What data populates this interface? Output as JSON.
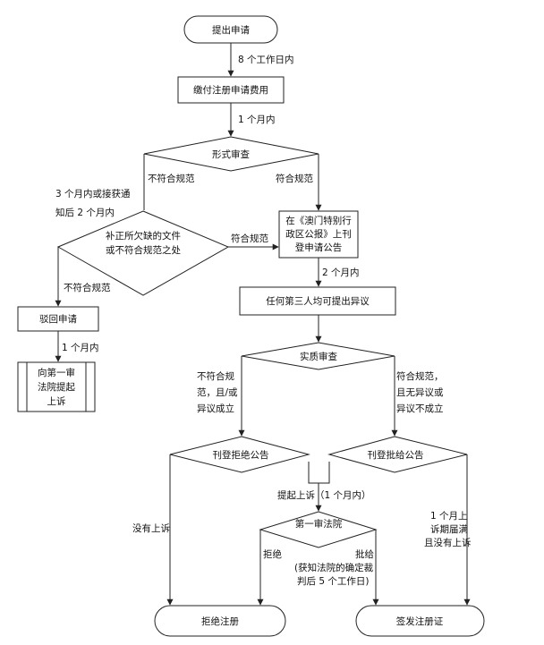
{
  "nodes": {
    "start": "提出申请",
    "pay_fee": "缴付注册申请费用",
    "formal_review": "形式审查",
    "supplement": [
      "补正所欠缺的文件",
      "或不符合规范之处"
    ],
    "publish_app": [
      "在《澳门特别行",
      "政区公报》上刊",
      "登申请公告"
    ],
    "objection": "任何第三人均可提出异议",
    "reject_app": "驳回申请",
    "appeal_court": [
      "向第一审",
      "法院提起",
      "上诉"
    ],
    "substantive_review": "实质审查",
    "reject_notice": "刊登拒绝公告",
    "grant_notice": "刊登批给公告",
    "first_court": "第一审法院",
    "refuse_reg": "拒绝注册",
    "issue_cert": "签发注册证"
  },
  "edges": {
    "e1": "8 个工作日内",
    "e2": "1 个月内",
    "e3": "不符合规范",
    "e4": "符合规范",
    "e5": [
      "3 个月内或接获通",
      "知后 2 个月内"
    ],
    "e6": "符合规范",
    "e7": "不符合规范",
    "e8": "2 个月内",
    "e9": "1 个月内",
    "e10": [
      "不符合规",
      "范，且/或",
      "异议成立"
    ],
    "e11": [
      "符合规范，",
      "且无异议或",
      "异议不成立"
    ],
    "e12": "提起上诉（1 个月内）",
    "e13": "没有上诉",
    "e14": [
      "1 个月上",
      "诉期届满",
      "且没有上诉"
    ],
    "e15": "拒绝",
    "e16": [
      "批给",
      "(获知法院的确定裁",
      "判后 5 个工作日)"
    ]
  }
}
